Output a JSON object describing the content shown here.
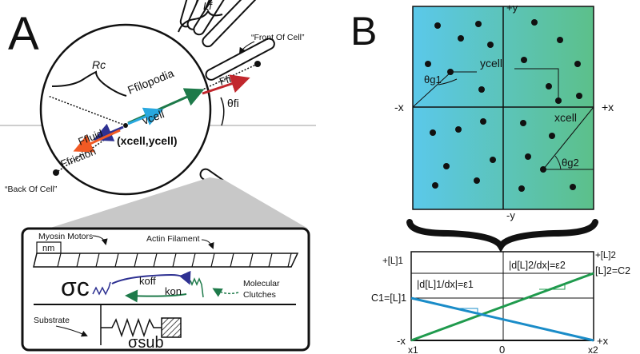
{
  "panel_a": {
    "letter": "A",
    "lf": "Lf",
    "front_of_cell": "“Front Of Cell”",
    "back_of_cell": "“Back Of Cell”",
    "rc": "Rc",
    "f_filopodia": "Ffilopodia",
    "v_cell": "vcell",
    "f_fluid": "Ffluid",
    "f_friction": "Ffriction",
    "position": "(xcell,ycell)",
    "f_fi": "Ffi",
    "theta_fi": "θfi",
    "colors": {
      "filopodia": "#1e7a4a",
      "vcell": "#29a8df",
      "fluid": "#2e3192",
      "friction": "#f15a24",
      "ffi": "#c1272d"
    }
  },
  "inset": {
    "myosin_motors": "Myosin Motors",
    "nm": "nm",
    "actin_filament": "Actin Filament",
    "sigma_c": "σc",
    "koff": "koff",
    "kon": "kon",
    "molecular_clutches": "Molecular Clutches",
    "substrate": "Substrate",
    "sigma_sub": "σsub"
  },
  "panel_b": {
    "letter": "B",
    "plus_y": "+y",
    "minus_y": "-y",
    "minus_x": "-x",
    "plus_x": "+x",
    "y_cell": "ycell",
    "x_cell": "xcell",
    "theta_g1": "θg1",
    "theta_g2": "θg2",
    "gradient": {
      "left": "#5bc8ea",
      "right": "#5cc08a"
    }
  },
  "gradient_plot": {
    "plus_l1": "+[L]1",
    "plus_l2": "+[L]2",
    "l2_eq_c2": "[L]2=C2",
    "c1_eq_l1": "C1=[L]1",
    "eps2": "|d[L]2/dx|=ε2",
    "eps1": "|d[L]1/dx|=ε1",
    "minus_x": "-x",
    "plus_x": "+x",
    "x1": "x1",
    "zero": "0",
    "x2": "x2",
    "colors": {
      "line1": "#1a8cc8",
      "line2": "#1f9a4d"
    }
  }
}
